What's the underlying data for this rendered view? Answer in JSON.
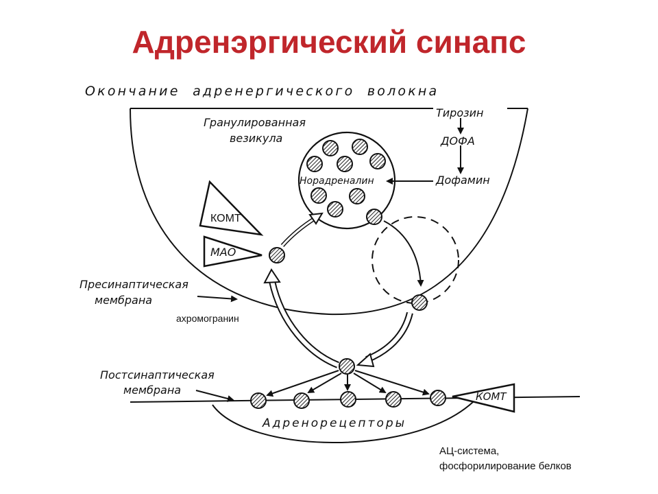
{
  "title": "Адренэргический синапс",
  "labels": {
    "fiber_ending": "Окончание  адренергического  волокна",
    "granular_vesicle_1": "Гранулированная",
    "granular_vesicle_2": "везикула",
    "tyrosine": "Тирозин",
    "dopa": "ДОФА",
    "noradrenaline": "Норадреналин",
    "dopamine": "Дофамин",
    "comt_upper": "КОМТ",
    "mao": "МАО",
    "presynaptic_1": "Пресинаптическая",
    "presynaptic_2": "мембрана",
    "chromogranin": "ахромогранин",
    "postsynaptic_1": "Постсинаптическая",
    "postsynaptic_2": "мембрана",
    "comt_lower": "КОМТ",
    "adrenoreceptors": "Адренорецепторы",
    "ac_system_1": "АЦ-система,",
    "ac_system_2": "фосфорилирование белков"
  },
  "colors": {
    "title": "#c0262b",
    "line": "#111111",
    "granule_fill": "#9a9a9a"
  }
}
